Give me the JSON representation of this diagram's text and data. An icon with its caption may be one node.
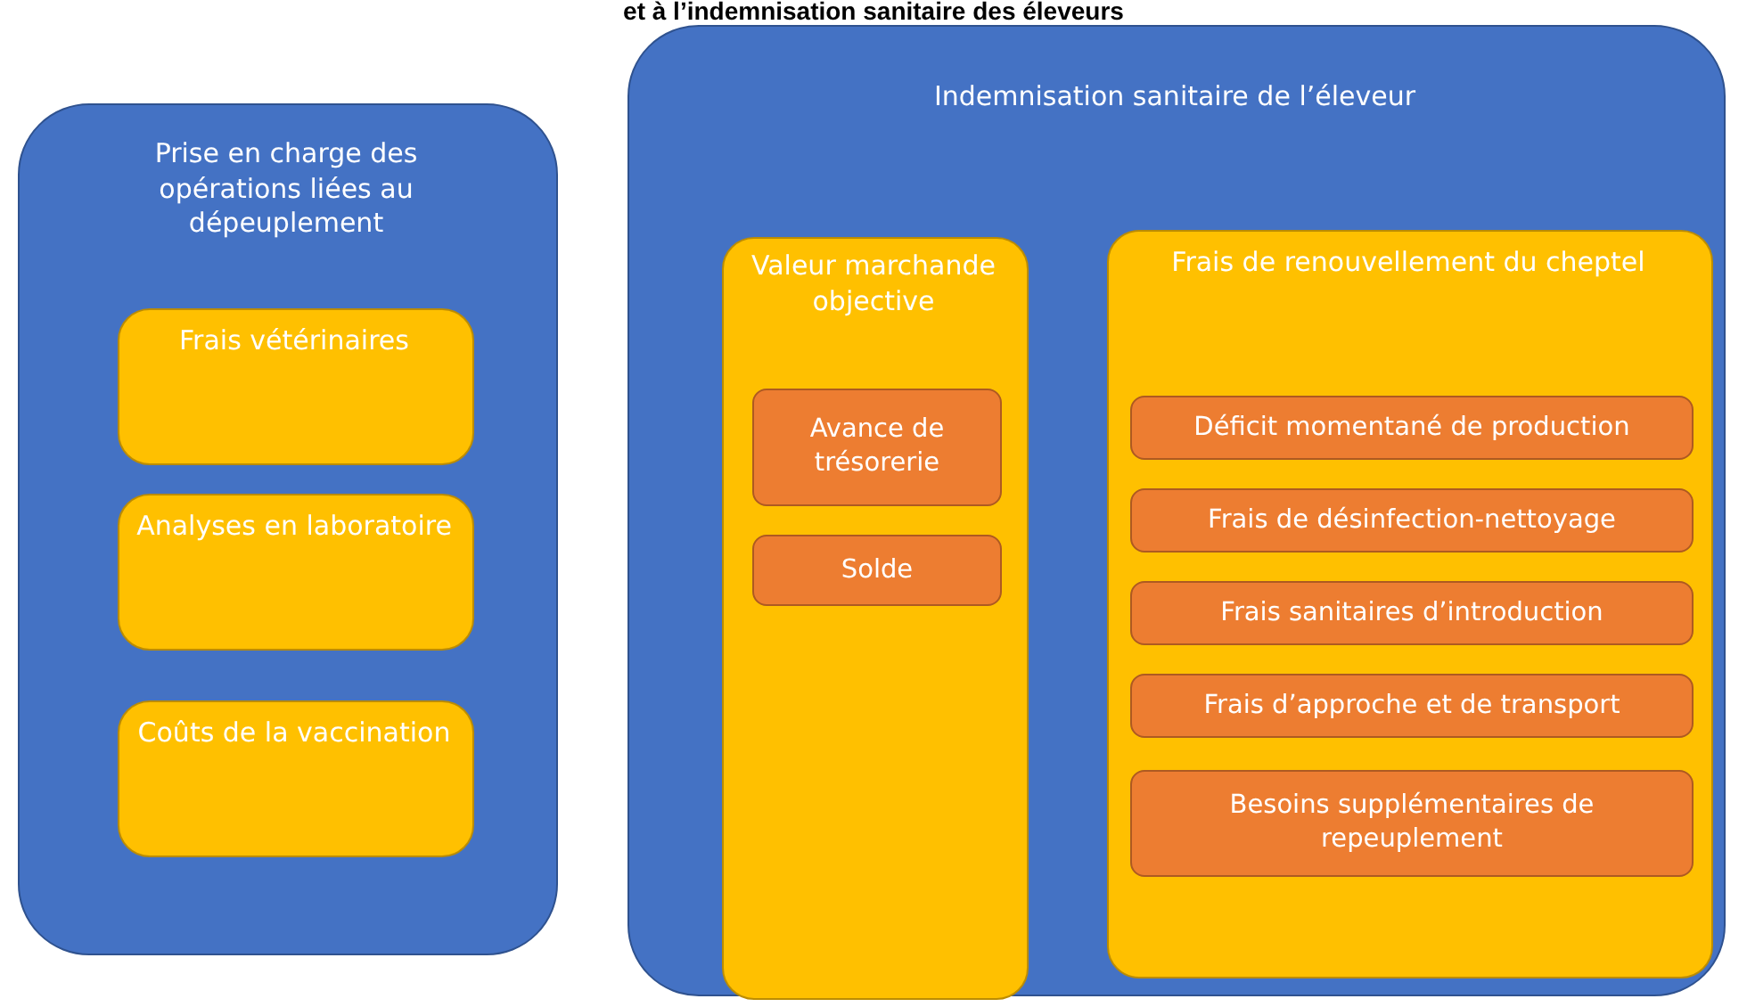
{
  "diagram": {
    "title": "et à l’indemnisation sanitaire des éleveurs",
    "nodes": [
      {
        "text": [
          "Prise en charge des opérations liées au dépeuplement"
        ]
      },
      {
        "text": [
          "Frais vétérinaires"
        ],
        "in": 0
      },
      {
        "text": [
          "Analyses en laboratoire"
        ],
        "in": 0
      },
      {
        "text": [
          "Coûts de la vaccination"
        ],
        "in": 0
      },
      {
        "text": [
          "Indemnisation sanitaire de l’éleveur"
        ]
      },
      {
        "text": [
          "Valeur marchande objective"
        ],
        "in": 4
      },
      {
        "text": [
          "Avance de trésorerie"
        ],
        "in": 5
      },
      {
        "text": [
          "Solde"
        ],
        "in": 5
      },
      {
        "text": [
          "Frais de renouvellement du cheptel"
        ],
        "in": 4
      },
      {
        "text": [
          "Déficit momentané de production"
        ],
        "in": 8
      },
      {
        "text": [
          "Frais de désinfection-nettoyage"
        ],
        "in": 8
      },
      {
        "text": [
          "Frais sanitaires d’introduction"
        ],
        "in": 8
      },
      {
        "text": [
          "Frais d’approche et de transport"
        ],
        "in": 8
      },
      {
        "text": [
          "Besoins supplémentaires de repeuplement"
        ],
        "in": 8
      }
    ]
  }
}
